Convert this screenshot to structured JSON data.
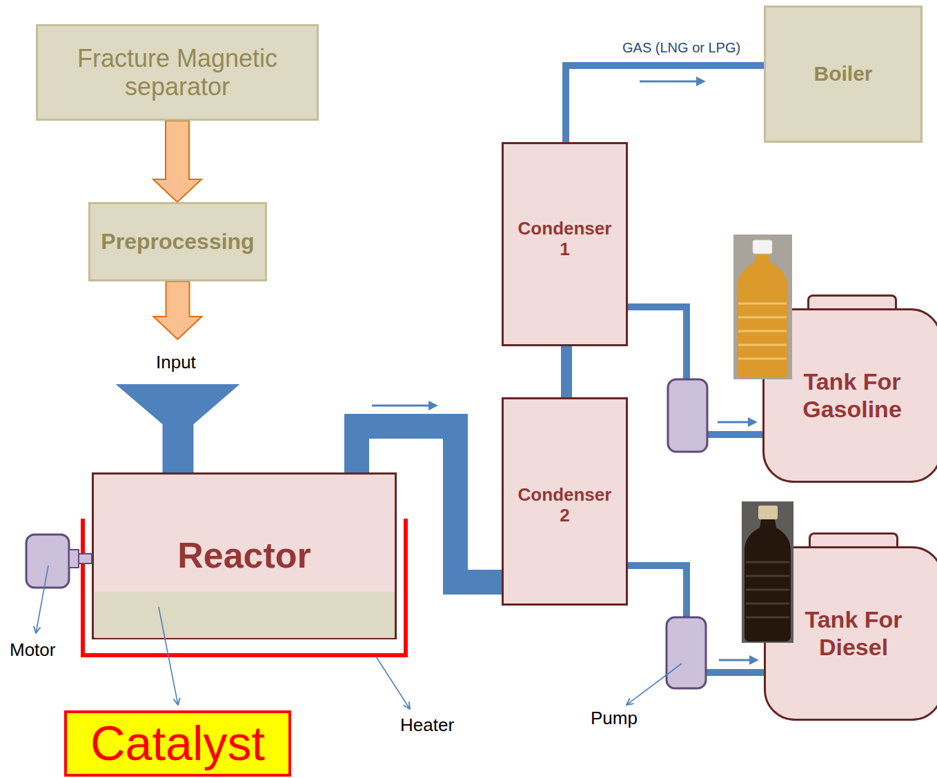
{
  "diagram": {
    "nodes": [
      {
        "text": [
          "Fracture Magnetic separator"
        ]
      },
      {
        "text": [
          "Preprocessing"
        ]
      },
      {
        "text": [
          "Reactor"
        ]
      },
      {
        "text": [
          "Catalyst"
        ]
      },
      {
        "text": [
          "Condenser 1"
        ]
      },
      {
        "text": [
          "Condenser 2"
        ]
      },
      {
        "text": [
          "Boiler"
        ]
      },
      {
        "text": [
          "Tank For Gasoline"
        ]
      },
      {
        "text": [
          "Tank For Diesel"
        ]
      }
    ],
    "edges": [
      {
        "from": 0,
        "to": 1,
        "arrow": "to"
      },
      {
        "from": 1,
        "to": 2,
        "arrow": "to"
      },
      {
        "from": 2,
        "to": 5,
        "arrow": "to"
      },
      {
        "from": 5,
        "to": 4,
        "arrow": "none"
      },
      {
        "from": 4,
        "to": 6,
        "label": "GAS (LNG or LPG)",
        "arrow": "to"
      },
      {
        "from": 4,
        "to": 7,
        "arrow": "to"
      },
      {
        "from": 5,
        "to": 8,
        "arrow": "to"
      }
    ],
    "labels": [
      "Input",
      "Motor",
      "Heater",
      "Pump"
    ]
  }
}
